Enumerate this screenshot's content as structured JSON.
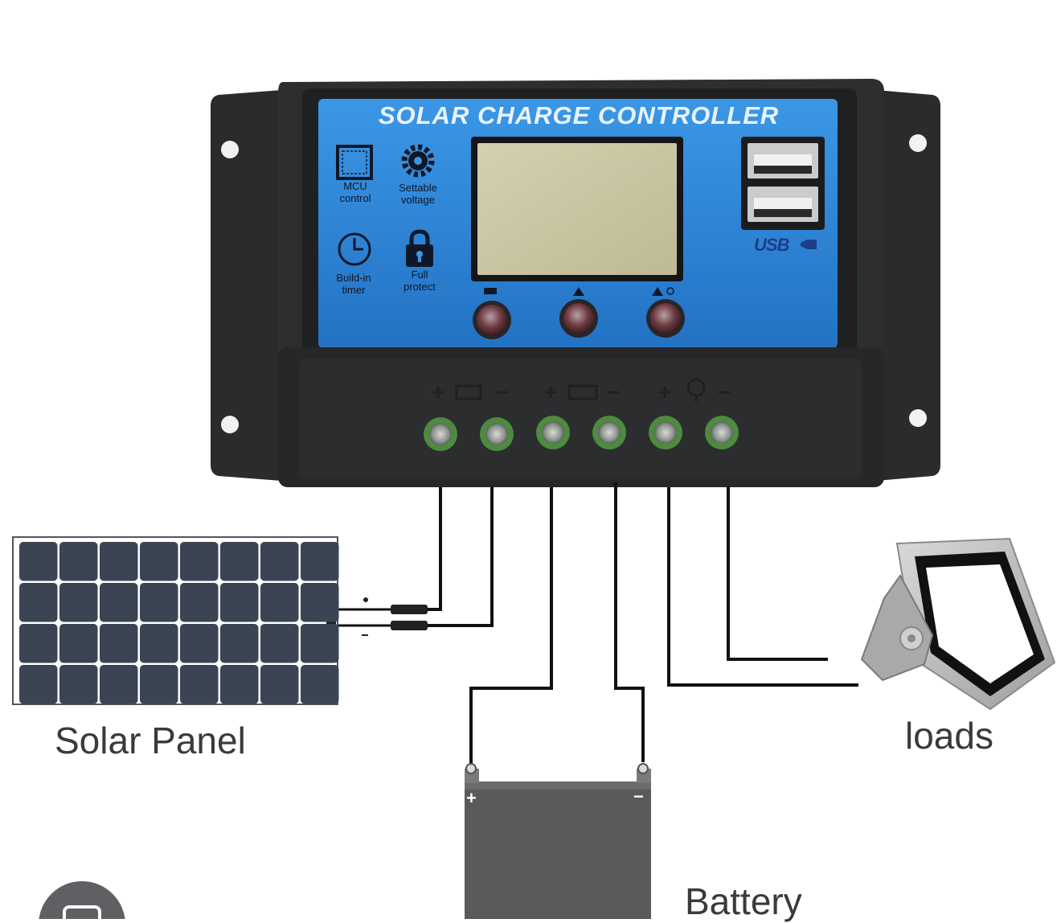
{
  "controller": {
    "title": "SOLAR CHARGE CONTROLLER",
    "features": [
      {
        "label": "MCU control",
        "line1": "MCU",
        "line2": "control",
        "icon": "chip-icon"
      },
      {
        "label": "Settable voltage",
        "line1": "Settable",
        "line2": "voltage",
        "icon": "gear-icon"
      },
      {
        "label": "Build-in timer",
        "line1": "Build-in",
        "line2": "timer",
        "icon": "clock-icon"
      },
      {
        "label": "Full protect",
        "line1": "Full",
        "line2": "protect",
        "icon": "lock-icon"
      }
    ],
    "usb_label": "USB",
    "buttons": [
      "battery-button",
      "warning-button",
      "load-button"
    ],
    "terminals": [
      "solar-positive",
      "solar-negative",
      "battery-positive",
      "battery-negative",
      "load-positive",
      "load-negative"
    ],
    "terminal_groups": [
      "solar-symbol",
      "battery-symbol",
      "bulb-symbol"
    ]
  },
  "components": {
    "solar_panel": "Solar Panel",
    "loads": "loads",
    "battery": "Battery"
  },
  "battery_terminals": {
    "positive": "+",
    "negative": "−"
  },
  "colors": {
    "casing": "#2b2c2e",
    "faceplate": "#2f86d6",
    "lcd": "#c7c5a2",
    "solar_cell": "#3b4452",
    "battery_body": "#5a5a5a",
    "wire": "#111111",
    "terminal": "#4d8b3e"
  }
}
